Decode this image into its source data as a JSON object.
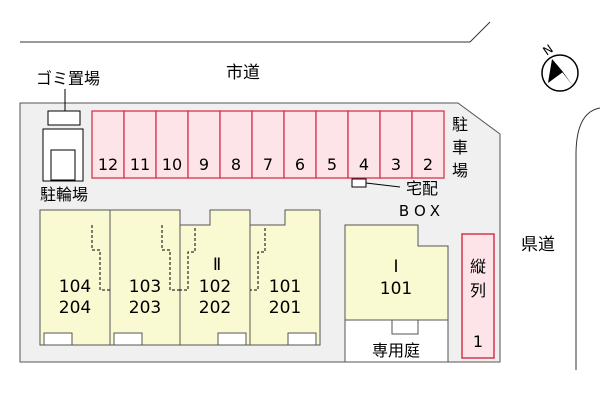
{
  "roads": {
    "city_road": "市道",
    "prefectural_road": "県道"
  },
  "facilities": {
    "garbage": "ゴミ置場",
    "bicycle_parking": "駐輪場",
    "parking_label": [
      "駐",
      "車",
      "場"
    ],
    "delivery_box_line1": "宅配",
    "delivery_box_line2": "BOX",
    "private_garden": "専用庭",
    "tandem_parking_label": [
      "縦",
      "列"
    ],
    "tandem_parking_number": "1"
  },
  "parking_spaces": [
    "12",
    "11",
    "10",
    "9",
    "8",
    "7",
    "6",
    "5",
    "4",
    "3",
    "2"
  ],
  "building_II": {
    "name": "Ⅱ",
    "units": [
      {
        "upper": "104",
        "lower": "204"
      },
      {
        "upper": "103",
        "lower": "203"
      },
      {
        "upper": "102",
        "lower": "202"
      },
      {
        "upper": "101",
        "lower": "201"
      }
    ]
  },
  "building_I": {
    "name": "Ⅰ",
    "unit": "101"
  },
  "compass": {
    "north": "N"
  },
  "colors": {
    "lot": "#f0f0f0",
    "building": "#fafad2",
    "parking_fill": "#fde4e8",
    "parking_line": "#d8344e"
  }
}
